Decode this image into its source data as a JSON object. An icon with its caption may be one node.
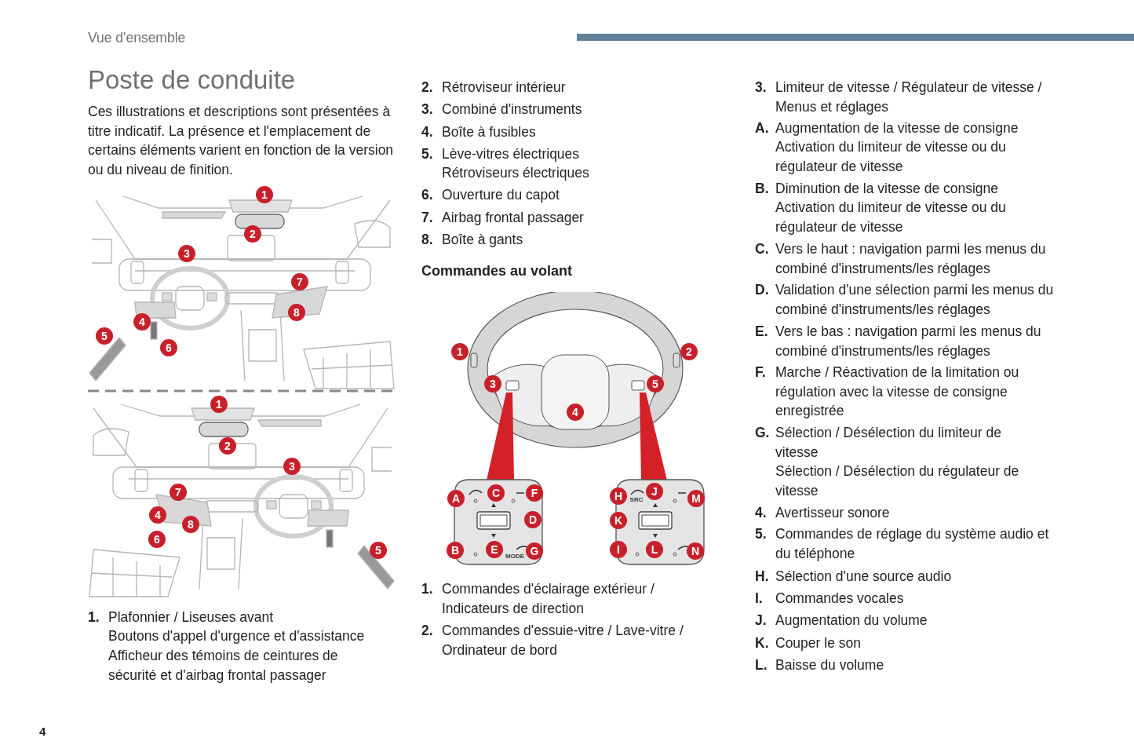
{
  "diagram": {
    "title": "Poste de conduite",
    "labels": [
      "Vue d'ensemble",
      "Ces illustrations et descriptions sont présentées à titre indicatif. La présence et l'emplacement de certains éléments varient en fonction de la version ou du niveau de finition.",
      "1",
      "2",
      "3",
      "7",
      "8",
      "4",
      "5",
      "6",
      "1",
      "2",
      "3",
      "7",
      "4",
      "8",
      "6",
      "5",
      "1.",
      "Plafonnier / Liseuses avant",
      "Boutons d'appel d'urgence et d'assistance",
      "Afficheur des témoins de ceintures de sécurité et d'airbag frontal passager",
      "2.",
      "Rétroviseur intérieur",
      "3.",
      "Combiné d'instruments",
      "4.",
      "Boîte à fusibles",
      "5.",
      "Lève-vitres électriques",
      "Rétroviseurs électriques",
      "6.",
      "Ouverture du capot",
      "7.",
      "Airbag frontal passager",
      "8.",
      "Boîte à gants",
      "Commandes au volant",
      "1",
      "2",
      "3",
      "5",
      "4",
      "A",
      "C",
      "F",
      "D",
      "B",
      "E",
      "G",
      "MODE",
      "H",
      "SRC",
      "J",
      "M",
      "K",
      "I",
      "L",
      "N",
      "1.",
      "Commandes d'éclairage extérieur / Indicateurs de direction",
      "2.",
      "Commandes d'essuie-vitre / Lave-vitre / Ordinateur de bord",
      "3.",
      "Limiteur de vitesse / Régulateur de vitesse / Menus et réglages",
      "A.",
      "Augmentation de la vitesse de consigne",
      "Activation du limiteur de vitesse ou du régulateur de vitesse",
      "B.",
      "Diminution de la vitesse de consigne",
      "Activation du limiteur de vitesse ou du régulateur de vitesse",
      "C.",
      "Vers le haut : navigation parmi les menus du combiné d'instruments/les réglages",
      "D.",
      "Validation d'une sélection parmi les menus du combiné d'instruments/les réglages",
      "E.",
      "Vers le bas : navigation parmi les menus du combiné d'instruments/les réglages",
      "F.",
      "Marche / Réactivation de la limitation ou régulation avec la vitesse de consigne enregistrée",
      "G.",
      "Sélection / Désélection du limiteur de vitesse",
      "Sélection / Désélection du régulateur de vitesse",
      "4.",
      "Avertisseur sonore",
      "5.",
      "Commandes de réglage du système audio et du téléphone",
      "H.",
      "Sélection d'une source audio",
      "I.",
      "Commandes vocales",
      "J.",
      "Augmentation du volume",
      "K.",
      "Couper le son",
      "L.",
      "Baisse du volume",
      "4"
    ]
  }
}
